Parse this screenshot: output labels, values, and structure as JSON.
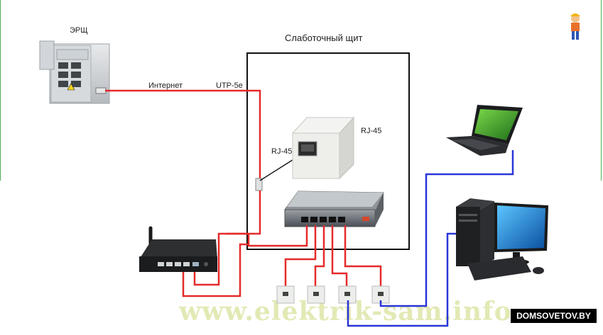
{
  "labels": {
    "panel": "ЭРЩ",
    "cabinet_title": "Слаботочный щит",
    "internet": "Интернет",
    "cable": "UTP-5e",
    "rj45_left": "RJ-45",
    "rj45_right": "RJ-45"
  },
  "watermark": "www.elektrik-sam.info",
  "badge": "DOMSOVETOV.BY",
  "colors": {
    "cable_red": "#e52a2a",
    "cable_blue": "#2a35d8",
    "cabinet_border": "#111111",
    "frame_green": "#4caf50"
  },
  "icons": [
    "electrical-panel-icon",
    "rj45-coupler-icon",
    "network-switch-icon",
    "wifi-router-icon",
    "laptop-icon",
    "desktop-pc-icon",
    "wall-socket-icon",
    "mascot-icon"
  ]
}
